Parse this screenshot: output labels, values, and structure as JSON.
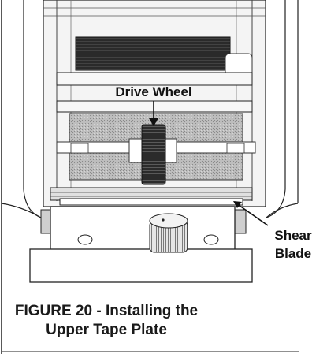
{
  "figure": {
    "callouts": {
      "drive_wheel": "Drive Wheel",
      "shear_blade_line1": "Shear",
      "shear_blade_line2": "Blade"
    },
    "caption": {
      "line1": "FIGURE 20 - Installing the",
      "line2": "Upper Tape Plate"
    }
  }
}
